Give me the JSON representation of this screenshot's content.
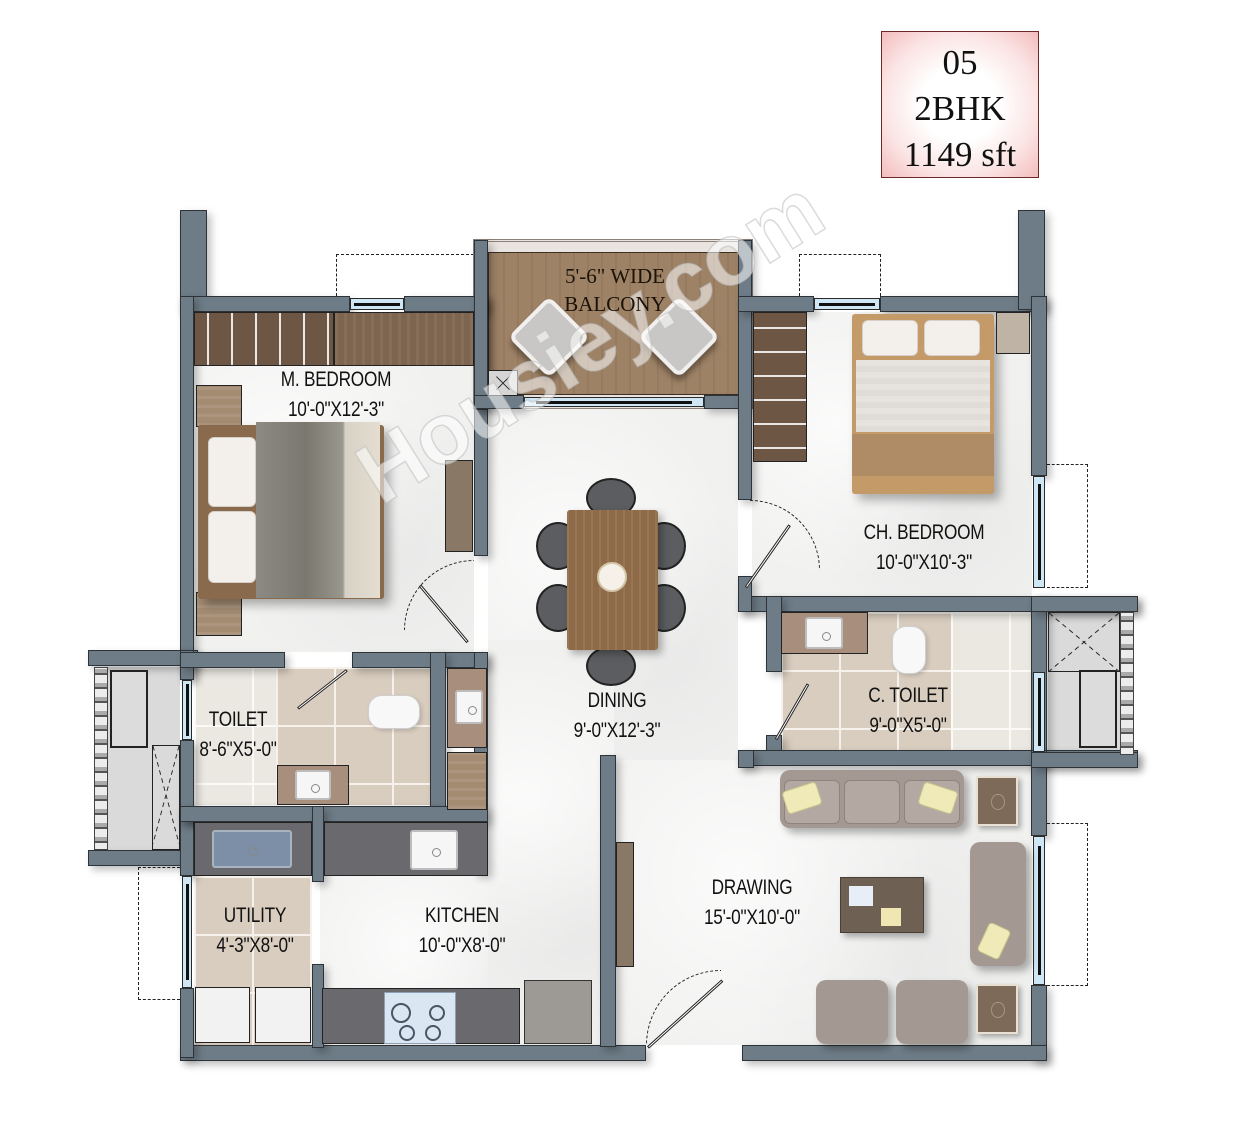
{
  "unit_badge": {
    "unit_number": "05",
    "type": "2BHK",
    "area": "1149 sft"
  },
  "rooms": {
    "balcony": {
      "name_line1": "5'-6\" WIDE",
      "name_line2": "BALCONY"
    },
    "master_bedroom": {
      "name": "M. BEDROOM",
      "size": "10'-0\"X12'-3\""
    },
    "child_bedroom": {
      "name": "CH. BEDROOM",
      "size": "10'-0\"X10'-3\""
    },
    "dining": {
      "name": "DINING",
      "size": "9'-0\"X12'-3\""
    },
    "toilet": {
      "name": "TOILET",
      "size": "8'-6\"X5'-0\""
    },
    "common_toilet": {
      "name": "C. TOILET",
      "size": "9'-0\"X5'-0\""
    },
    "utility": {
      "name": "UTILITY",
      "size": "4'-3\"X8'-0\""
    },
    "kitchen": {
      "name": "KITCHEN",
      "size": "10'-0\"X8'-0\""
    },
    "drawing": {
      "name": "DRAWING",
      "size": "15'-0\"X10'-0\""
    }
  },
  "watermark": "Housiey.com",
  "colors": {
    "wall": "#6e7c87",
    "floor": "#f1f1f0",
    "tile": "#d9cdbf",
    "wood": "#7e6550",
    "badge_border": "#6b2a2a",
    "badge_tint": "#f3bcbc",
    "window_glass": "#cfe6f5"
  }
}
